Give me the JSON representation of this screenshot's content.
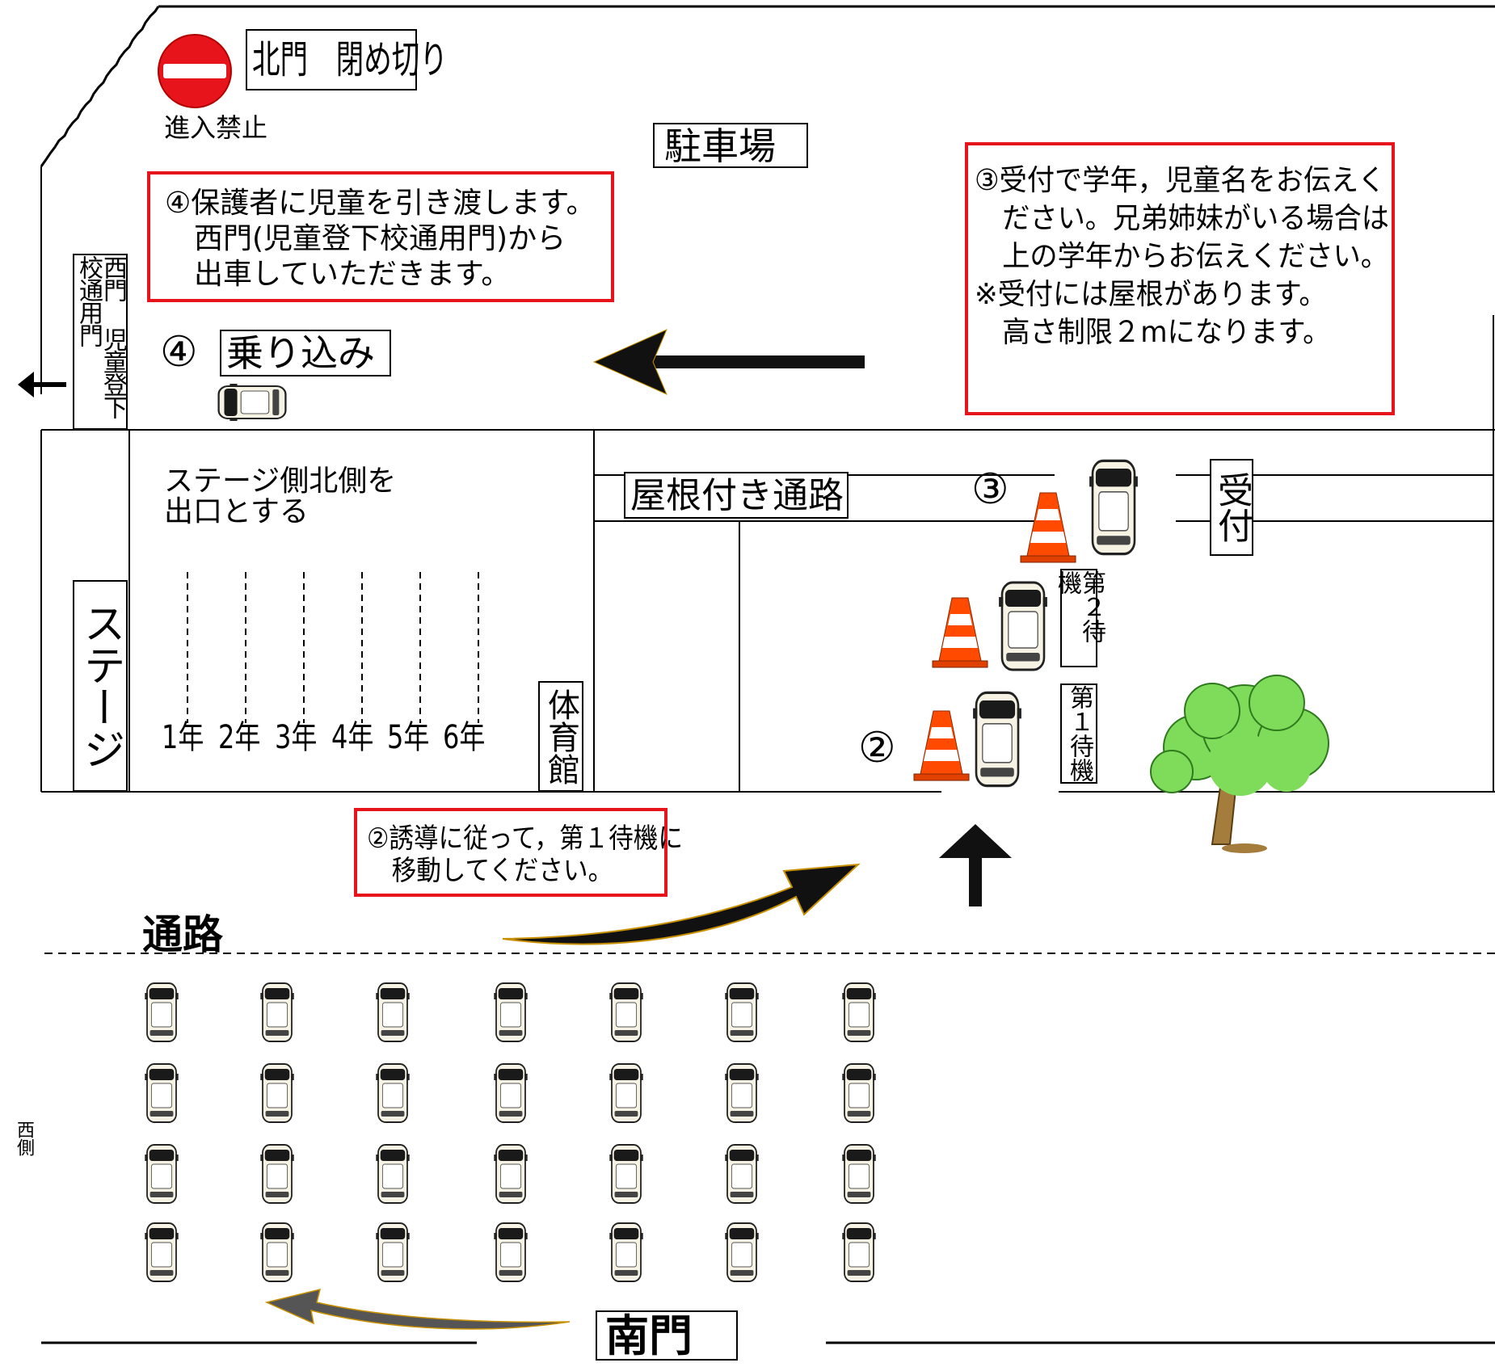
{
  "colors": {
    "accent_red": "#e8141c",
    "tree_green": "#7edc5a",
    "trunk_brown": "#a47c3c",
    "cone_orange": "#ff4a00",
    "car_body": "#f7f3e4",
    "arrow_dark": "#111111"
  },
  "icons": {
    "no_entry": "no-entry-sign-icon",
    "car": "car-top-view-icon",
    "cone": "traffic-cone-icon",
    "tree": "tree-icon"
  },
  "north_gate": {
    "label": "北門　閉め切り",
    "no_entry_label": "進入禁止"
  },
  "parking_lot": {
    "label": "駐車場"
  },
  "step4_note": {
    "lines": [
      "④保護者に児童を引き渡します。",
      "　西門(児童登下校通用門)から",
      "　出車していただきます。"
    ]
  },
  "step3_note": {
    "lines": [
      "③受付で学年，児童名をお伝えく",
      "　ださい。兄弟姉妹がいる場合は",
      "　上の学年からお伝えください。",
      "",
      "※受付には屋根があります。",
      "　高さ制限２mになります。"
    ]
  },
  "west_gate": {
    "label": "西門 児童登下校通用門"
  },
  "boarding": {
    "number": "④",
    "label": "乗り込み"
  },
  "covered_walkway": {
    "label": "屋根付き通路"
  },
  "reception": {
    "number": "③",
    "label": "受付"
  },
  "wait2": {
    "label": "第２待機"
  },
  "wait1": {
    "number": "②",
    "label": "第１待機"
  },
  "gym": {
    "exit_note": [
      "ステージ側北側を",
      "出口とする"
    ],
    "stage_label": "ステージ",
    "building_label": "体育館",
    "grades": [
      "1年",
      "2年",
      "3年",
      "4年",
      "5年",
      "6年"
    ]
  },
  "step2_note": {
    "lines": [
      "②誘導に従って，第１待機に",
      "　移動してください。"
    ]
  },
  "road": {
    "label": "通路"
  },
  "west_side": {
    "label": "西側"
  },
  "south_gate": {
    "label": "南門"
  }
}
